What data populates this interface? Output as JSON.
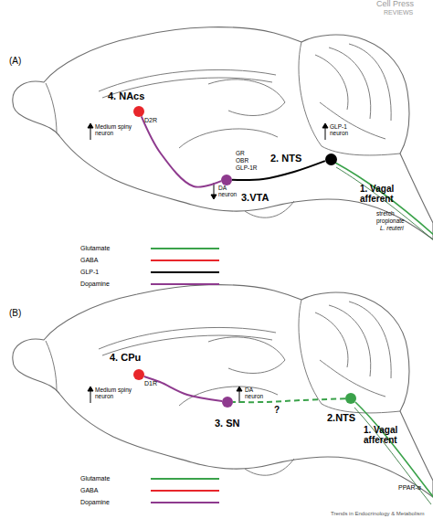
{
  "diagram": {
    "nodes": [
      {
        "text": [
          "4. NAcs"
        ]
      },
      {
        "text": [
          "3.VTA"
        ]
      },
      {
        "text": [
          "2. NTS"
        ]
      },
      {
        "text": [
          "4. CPu"
        ]
      },
      {
        "text": [
          "3. SN"
        ]
      },
      {
        "text": [
          "2.NTS"
        ]
      }
    ],
    "edges": [
      {
        "from": 2,
        "to": 1,
        "arrow": "none"
      },
      {
        "from": 1,
        "to": 0,
        "arrow": "none"
      },
      {
        "from": 5,
        "to": 4,
        "label": "?",
        "arrow": "none"
      },
      {
        "from": 4,
        "to": 3,
        "arrow": "none"
      }
    ],
    "labels": [
      "Cell Press",
      "REVIEWS",
      "(A)",
      "D2R",
      "Medium spiny neuron",
      "GR",
      "OBR",
      "GLP-1R",
      "DA neuron",
      "GLP-1 neuron",
      "1. Vagal afferent",
      "stretch",
      "propionate",
      "L. reuteri",
      "(B)",
      "D1R",
      "Medium spiny neuron",
      "DA neuron",
      "1. Vagal afferent",
      "PPAR-α",
      "Trends in Endocrinology & Metabolism"
    ],
    "legend": [
      {
        "text": "Glutamate",
        "color": "#3aa24a"
      },
      {
        "text": "GABA",
        "color": "#e8262b"
      },
      {
        "text": "GLP-1",
        "color": "#000000"
      },
      {
        "text": "Dopamine",
        "color": "#8e3a8e"
      },
      {
        "text": "Glutamate",
        "color": "#3aa24a"
      },
      {
        "text": "GABA",
        "color": "#e8262b"
      },
      {
        "text": "Dopamine",
        "color": "#8e3a8e"
      }
    ]
  }
}
